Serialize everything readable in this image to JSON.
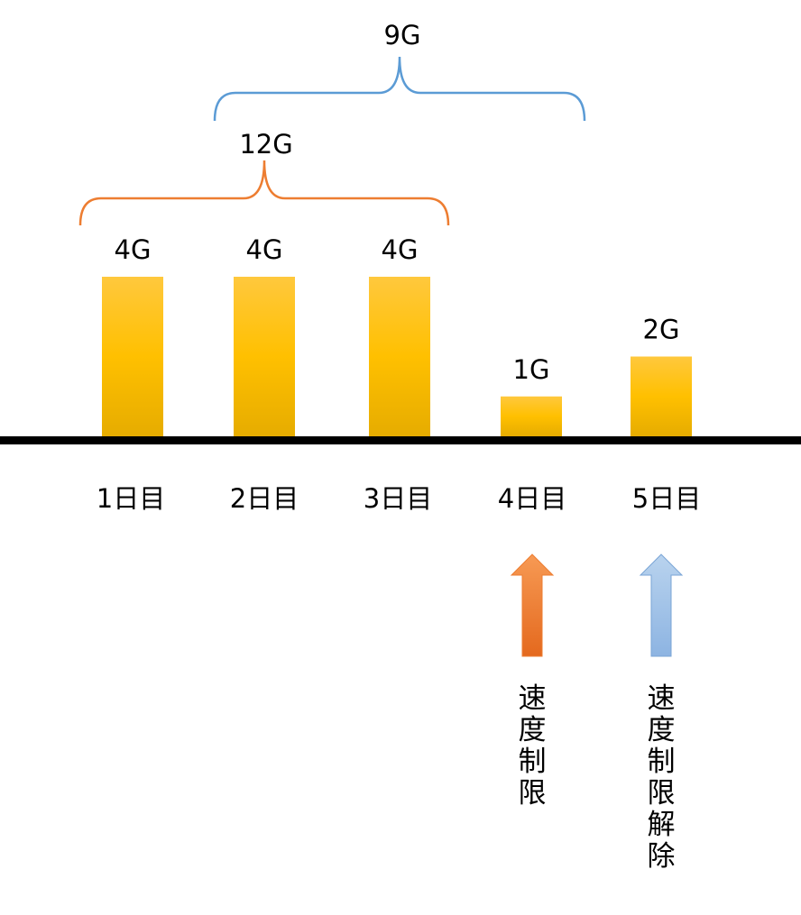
{
  "chart_data": {
    "type": "bar",
    "categories": [
      "1日目",
      "2日目",
      "3日目",
      "4日目",
      "5日目"
    ],
    "series": [
      {
        "values": [
          4,
          4,
          4,
          1,
          2
        ],
        "data_labels": [
          "4G",
          "4G",
          "4G",
          "1G",
          "2G"
        ]
      }
    ],
    "ylim": [
      0,
      4
    ],
    "grid": false,
    "bar_color": "#FFC000"
  },
  "brackets": {
    "three_day_total": {
      "label": "12G",
      "spans": [
        "1日目",
        "3日目"
      ],
      "color": "#ED7D31"
    },
    "recent_three_day_total": {
      "label": "9G",
      "spans": [
        "2日目",
        "4日目"
      ],
      "color": "#5B9BD5"
    }
  },
  "events": {
    "throttle_start": {
      "day": "4日目",
      "label": "速度制限",
      "color": "#ED7D31"
    },
    "throttle_lifted": {
      "day": "5日目",
      "label": "速度制限解除",
      "color": "#9DC3E6"
    }
  }
}
